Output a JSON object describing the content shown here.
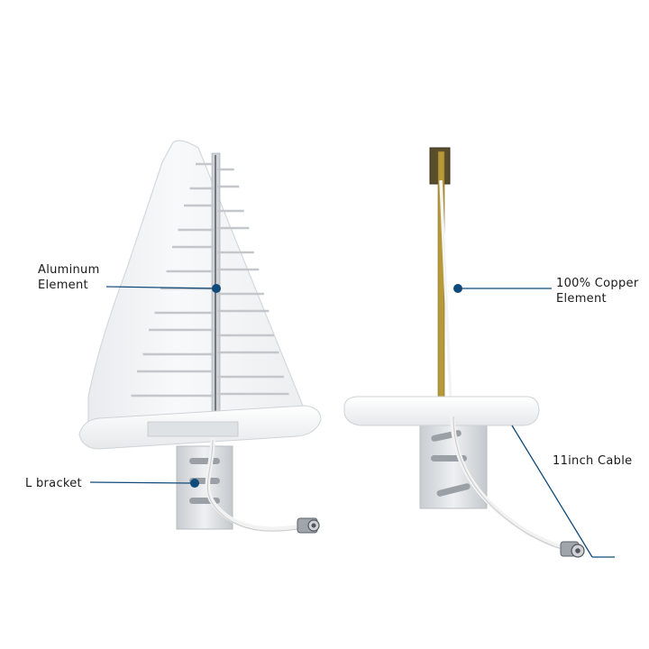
{
  "labels": {
    "aluminum": [
      "Aluminum",
      "Element"
    ],
    "copper": [
      "100% Copper",
      "Element"
    ],
    "bracket": "L bracket",
    "cable": "11inch Cable"
  },
  "colors": {
    "callout_dot": "#0f4a7a",
    "callout_line": "#0f4a7a",
    "copper_element": "#c9b24a",
    "aluminum_element": "#d7dade",
    "housing": "#f4f5f6"
  }
}
